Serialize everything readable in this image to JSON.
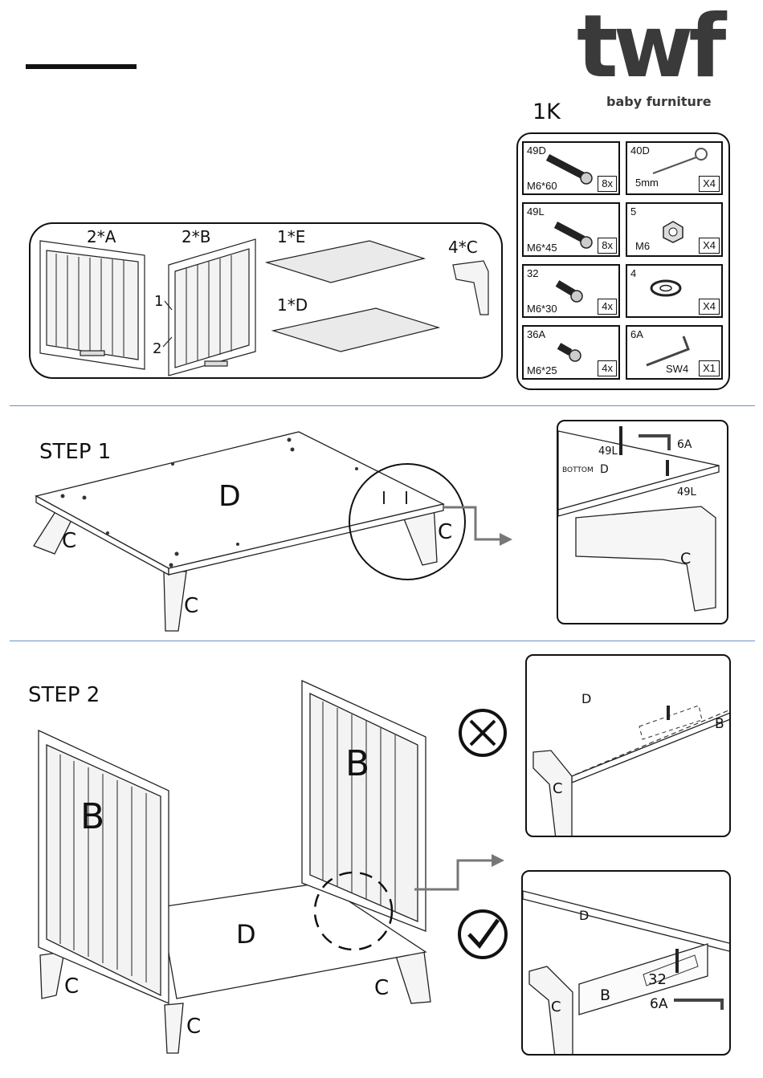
{
  "header": {
    "brand_main": "twf",
    "brand_sub": "baby furniture",
    "kit_code": "1K"
  },
  "parts": [
    {
      "qty_name": "2*A"
    },
    {
      "qty_name": "2*B"
    },
    {
      "qty_name": "1*E"
    },
    {
      "qty_name": "1*D"
    },
    {
      "qty_name": "4*C"
    }
  ],
  "parts_markers": {
    "hole_1": "1",
    "hole_2": "2"
  },
  "hardware": [
    {
      "code": "49D",
      "size": "M6*60",
      "qty": "8x"
    },
    {
      "code": "40D",
      "size": "5mm",
      "qty": "X4"
    },
    {
      "code": "49L",
      "size": "M6*45",
      "qty": "8x"
    },
    {
      "code": "5",
      "size": "M6",
      "qty": "X4"
    },
    {
      "code": "32",
      "size": "M6*30",
      "qty": "4x"
    },
    {
      "code": "4",
      "size": "",
      "qty": "X4"
    },
    {
      "code": "36A",
      "size": "M6*25",
      "qty": "4x"
    },
    {
      "code": "6A",
      "size": "SW4",
      "qty": "X1"
    }
  ],
  "step1": {
    "title": "STEP 1",
    "panel_label": "D",
    "leg_label": "C",
    "detail": {
      "bolt": "49L",
      "tool": "6A",
      "bottom": "BOTTOM",
      "panel": "D",
      "leg": "C"
    }
  },
  "step2": {
    "title": "STEP 2",
    "side_label": "B",
    "panel_label": "D",
    "leg_label": "C",
    "wrong": {
      "panel": "D",
      "side": "B",
      "leg": "C"
    },
    "right": {
      "panel": "D",
      "side": "B",
      "leg": "C",
      "bolt": "32",
      "tool": "6A"
    }
  }
}
